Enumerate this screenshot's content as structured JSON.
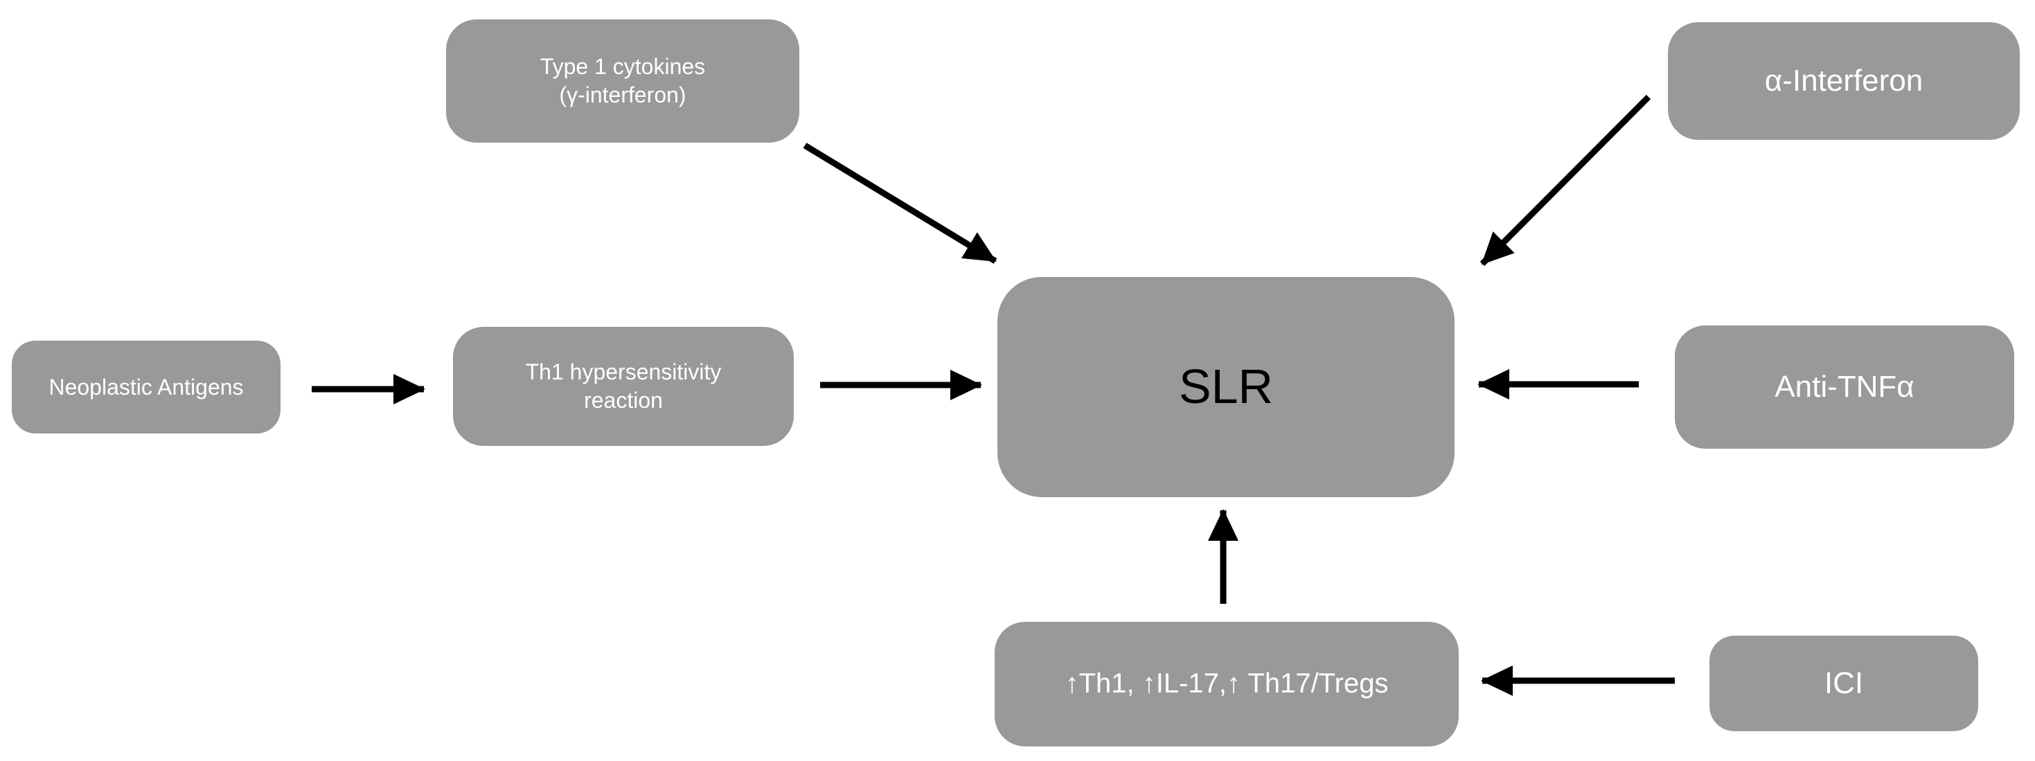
{
  "colors": {
    "box_fill": "#999999",
    "box_text": "#ffffff",
    "center_text": "#000000",
    "arrow": "#000000",
    "background": "#ffffff"
  },
  "nodes": {
    "type1_cytokines": {
      "line1": "Type 1 cytokines",
      "line2": "(γ-interferon)"
    },
    "alpha_interferon": {
      "label": "α-Interferon"
    },
    "neoplastic_antigens": {
      "label": "Neoplastic Antigens"
    },
    "th1_hypersensitivity": {
      "line1": "Th1 hypersensitivity",
      "line2": "reaction"
    },
    "slr": {
      "label": "SLR"
    },
    "anti_tnf": {
      "label": "Anti-TNFα"
    },
    "th1_il17_tregs": {
      "label": "↑Th1, ↑IL-17,↑ Th17/Tregs"
    },
    "ici": {
      "label": "ICI"
    }
  },
  "edges": [
    {
      "from": "type1_cytokines",
      "to": "slr"
    },
    {
      "from": "alpha_interferon",
      "to": "slr"
    },
    {
      "from": "neoplastic_antigens",
      "to": "th1_hypersensitivity"
    },
    {
      "from": "th1_hypersensitivity",
      "to": "slr"
    },
    {
      "from": "anti_tnf",
      "to": "slr"
    },
    {
      "from": "th1_il17_tregs",
      "to": "slr"
    },
    {
      "from": "ici",
      "to": "th1_il17_tregs"
    }
  ]
}
